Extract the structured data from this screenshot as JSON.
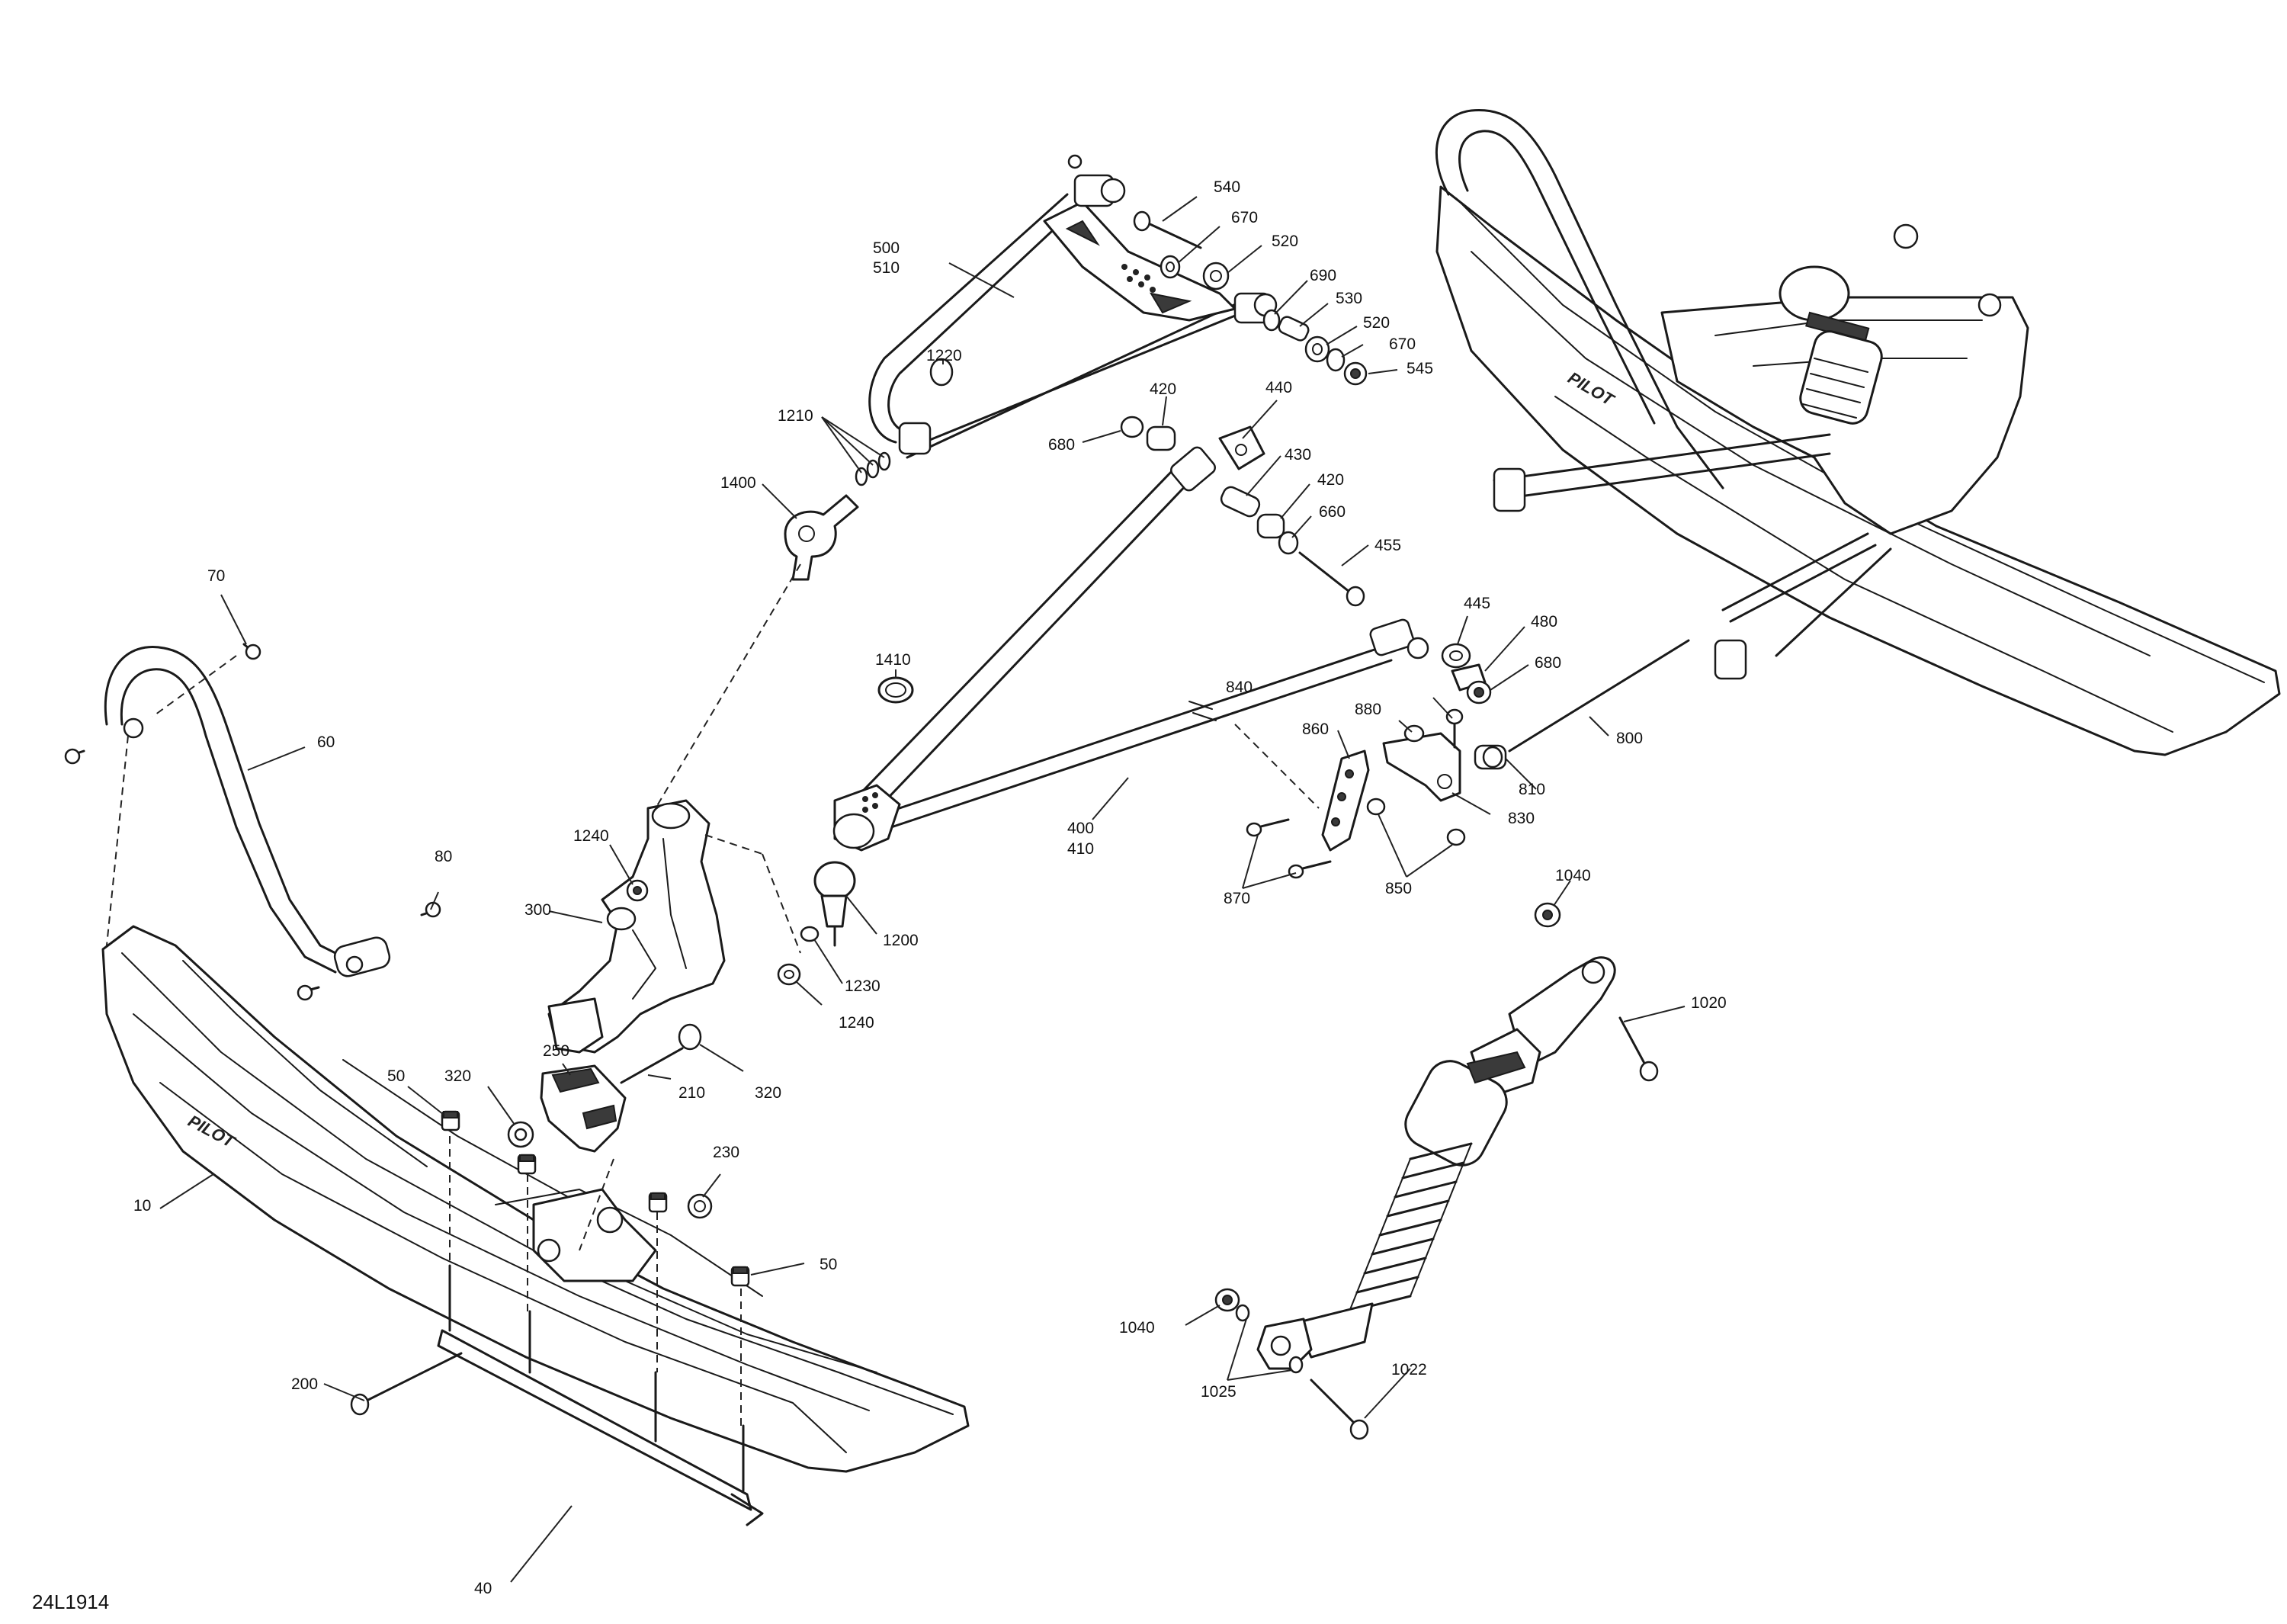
{
  "diagram_ref": "24L1914",
  "labels": {
    "p10": "10",
    "p40": "40",
    "p50a": "50",
    "p50b": "50",
    "p60": "60",
    "p70": "70",
    "p80": "80",
    "p200": "200",
    "p210": "210",
    "p230": "230",
    "p250": "250",
    "p300": "300",
    "p320a": "320",
    "p320b": "320",
    "p400": "400",
    "p410": "410",
    "p420a": "420",
    "p420b": "420",
    "p430": "430",
    "p440": "440",
    "p445": "445",
    "p455": "455",
    "p480": "480",
    "p500": "500",
    "p510": "510",
    "p520a": "520",
    "p520b": "520",
    "p530": "530",
    "p540": "540",
    "p545": "545",
    "p660": "660",
    "p670a": "670",
    "p670b": "670",
    "p680a": "680",
    "p680b": "680",
    "p690": "690",
    "p800": "800",
    "p810": "810",
    "p830": "830",
    "p840": "840",
    "p850": "850",
    "p860": "860",
    "p870": "870",
    "p880": "880",
    "p1020": "1020",
    "p1022": "1022",
    "p1025": "1025",
    "p1040a": "1040",
    "p1040b": "1040",
    "p1200": "1200",
    "p1210": "1210",
    "p1220": "1220",
    "p1230": "1230",
    "p1240a": "1240",
    "p1240b": "1240",
    "p1400": "1400",
    "p1410": "1410"
  },
  "logo_text": "PILOT"
}
